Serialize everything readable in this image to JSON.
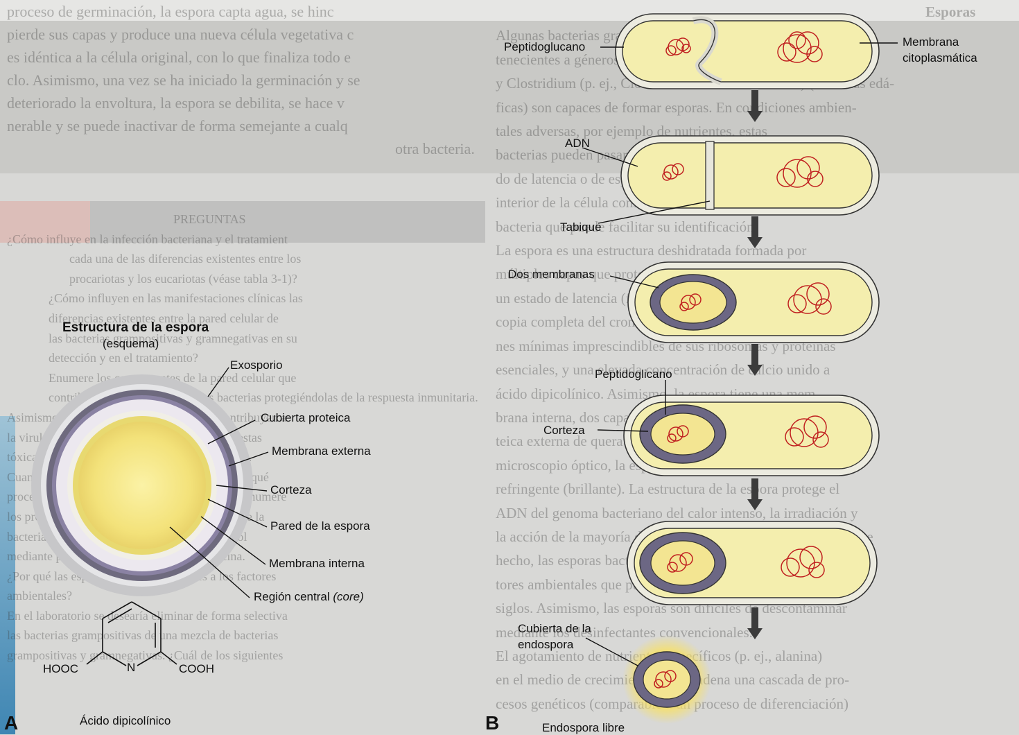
{
  "panel_a": {
    "title": "Estructura de la espora",
    "subtitle": "(esquema)",
    "labels": {
      "exosporio": "Exosporio",
      "cubierta": "Cubierta proteica",
      "membrana_externa": "Membrana externa",
      "corteza": "Corteza",
      "pared": "Pared de la espora",
      "membrana_interna": "Membrana interna",
      "region_central": "Región central",
      "core": "(core)"
    },
    "molecule": {
      "left_group": "HOOC",
      "right_group": "COOH",
      "atom": "N",
      "name": "Ácido dipicolínico"
    },
    "letter": "A"
  },
  "panel_b": {
    "labels": {
      "peptidoglucano_1": "Peptidoglucano",
      "membrana_cito_1": "Membrana",
      "membrana_cito_2": "citoplasmática",
      "adn": "ADN",
      "tabique": "Tabique",
      "dos_membranas": "Dos membranas",
      "peptidoglicano_2": "Peptidoglicano",
      "corteza": "Corteza",
      "cubierta_1": "Cubierta de la",
      "cubierta_2": "endospora",
      "endospora_libre": "Endospora libre"
    },
    "letter": "B"
  },
  "background_text": {
    "left_top": [
      "proceso de germinación, la espora capta agua, se hinc",
      "pierde sus capas y produce una nueva célula vegetativa c",
      "es idéntica a la célula original, con lo que finaliza todo e",
      "clo. Asimismo, una vez se ha iniciado la germinación y se",
      "deteriorado la envoltura, la espora se debilita, se hace v",
      "nerable y se puede inactivar de forma semejante a cualq",
      "otra bacteria."
    ],
    "left_mid": [
      "PREGUNTAS",
      "¿Cómo influye en la infección bacteriana y el tratamient",
      "cada una de las diferencias existentes entre los",
      "procariotas y los eucariotas (véase tabla 3-1)?",
      "¿Cómo influyen en las manifestaciones clínicas las",
      "diferencias existentes entre la pared celular de",
      "las bacterias grampositivas y gramnegativas en su",
      "detección y en el tratamiento?",
      "Enumere los componentes de la pared celular que",
      "contribuyen a la virulencia de las bacterias protegiéndolas de la respuesta inmunitaria.",
      "Asimismo, enumere los componentes que contribuyen a",
      "la virulencia provocando la respuesta de respuestas",
      "tóxicas en el ser humano (en el mismo anfitrión).",
      "Cuando se rompe la síntesis del peptidoglucano, qué",
      "procesos ocasionan la muerte de las bacterias? Enumere",
      "los procesos que aparecen como consecuencia de la",
      "bacteria si se inhibe el reciclado del bactoprenol",
      "mediante penicilina, vancomicina o bacitracina.",
      "¿Por qué las esporas son más resistentes a los factores",
      "ambientales?",
      "En el laboratorio se desearía eliminar de forma selectiva",
      "las bacterias grampositivas de una mezcla de bacterias",
      "grampositivas y gramnegativas. ¿Cuál de los siguientes"
    ],
    "right": [
      "Esporas",
      "Algunas bacterias grampositivas, pero no las gramnegativas, per-",
      "tenecientes a géneros como Bacillus (p. ej., Bacillus anthracis)",
      "y Clostridium (p. ej., Clostridium tetani o botulinum) (bacterias edá-",
      "ficas) son capaces de formar esporas. En condiciones ambien-",
      "tales adversas, por ejemplo de nutrientes, estas",
      "bacterias pueden pasar de un estado vegetativo a un esta-",
      "do de latencia o de espora. La localización de la espora en el",
      "interior de la célula constituye una característica de cada",
      "bacteria que puede facilitar su identificación.",
      "La espora es una estructura deshidratada formada por",
      "múltiples capas que protege a la bacteria y le permite existir en",
      "un estado de latencia (fig. 3-1). La espora contiene una",
      "copia completa del cromosoma bacteriano, las concentracio-",
      "nes mínimas imprescindibles de sus ribosomas y proteínas",
      "esenciales, y una elevada concentración de calcio unido a",
      "ácido dipicolínico. Asimismo, la espora tiene una mem-",
      "brana interna, dos capas de peptidoglucano y una capa pro-",
      "teica externa de queratina. Al observarla al microscopio",
      "microscopio óptico, la espora aparece como una estructura",
      "refringente (brillante). La estructura de la espora protege el",
      "ADN del genoma bacteriano del calor intenso, la irradiación y",
      "la acción de la mayoría de las enzimas y sustancias químicas. De",
      "hecho, las esporas bacterianas son tan resistentes a los fac-",
      "tores ambientales que pueden mantener su viabilidad durante",
      "siglos. Asimismo, las esporas son difíciles de descontaminar",
      "mediante los desinfectantes convencionales.",
      "El agotamiento de nutrientes específicos (p. ej., alanina)",
      "en el medio de crecimiento desencadena una cascada de pro-",
      "cesos genéticos (comparable a un proceso de diferenciación)"
    ]
  }
}
